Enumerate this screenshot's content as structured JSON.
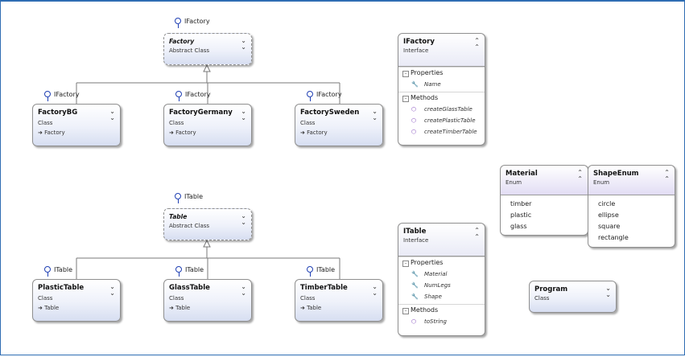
{
  "diagram": {
    "factory_group": {
      "abstract": {
        "interface": "IFactory",
        "title": "Factory",
        "kind": "Abstract Class"
      },
      "children": [
        {
          "interface": "IFactory",
          "title": "FactoryBG",
          "kind": "Class",
          "base": "Factory"
        },
        {
          "interface": "IFactory",
          "title": "FactoryGermany",
          "kind": "Class",
          "base": "Factory"
        },
        {
          "interface": "IFactory",
          "title": "FactorySweden",
          "kind": "Class",
          "base": "Factory"
        }
      ]
    },
    "table_group": {
      "abstract": {
        "interface": "ITable",
        "title": "Table",
        "kind": "Abstract Class"
      },
      "children": [
        {
          "interface": "ITable",
          "title": "PlasticTable",
          "kind": "Class",
          "base": "Table"
        },
        {
          "interface": "ITable",
          "title": "GlassTable",
          "kind": "Class",
          "base": "Table"
        },
        {
          "interface": "ITable",
          "title": "TimberTable",
          "kind": "Class",
          "base": "Table"
        }
      ]
    },
    "ifactory_panel": {
      "title": "IFactory",
      "kind": "Interface",
      "properties_label": "Properties",
      "properties": [
        "Name"
      ],
      "methods_label": "Methods",
      "methods": [
        "createGlassTable",
        "createPlasticTable",
        "createTimberTable"
      ]
    },
    "itable_panel": {
      "title": "ITable",
      "kind": "Interface",
      "properties_label": "Properties",
      "properties": [
        "Material",
        "NumLegs",
        "Shape"
      ],
      "methods_label": "Methods",
      "methods": [
        "toString"
      ]
    },
    "material_enum": {
      "title": "Material",
      "kind": "Enum",
      "values": [
        "timber",
        "plastic",
        "glass"
      ]
    },
    "shape_enum": {
      "title": "ShapeEnum",
      "kind": "Enum",
      "values": [
        "circle",
        "ellipse",
        "square",
        "rectangle"
      ]
    },
    "program": {
      "title": "Program",
      "kind": "Class"
    },
    "icons": {
      "lollipop": "interface-lollipop-icon",
      "collapse": "chevron-double-down-icon",
      "expand": "chevron-double-up-icon",
      "property": "wrench-icon",
      "method": "cube-icon",
      "inherit": "arrow-right-icon"
    },
    "colors": {
      "lollipop": "#1f3fb3",
      "border": "#8f8f8f",
      "frame": "#2f6db3"
    }
  }
}
